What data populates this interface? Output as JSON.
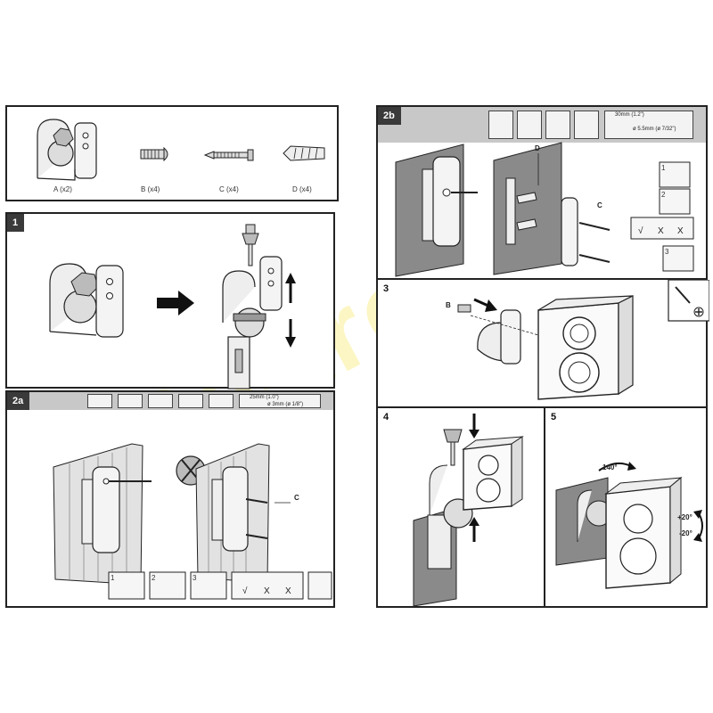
{
  "parts": [
    {
      "label": "A (x2)"
    },
    {
      "label": "B (x4)"
    },
    {
      "label": "C (x4)"
    },
    {
      "label": "D (x4)"
    }
  ],
  "steps": {
    "s1": "1",
    "s2a": "2a",
    "s2b": "2b",
    "s3": "3",
    "s4": "4",
    "s5": "5"
  },
  "callouts": {
    "c_2a": "C",
    "d_2b": "D",
    "c_2b": "C",
    "b_3": "B"
  },
  "substeps": {
    "one": "1",
    "two": "2",
    "three": "3",
    "three_2b": "3"
  },
  "marks": {
    "check": "√",
    "cross": "X"
  },
  "measurements": {
    "depth_2a": "25mm (1.0\")",
    "drill_2a": "ø 3mm (ø 1/8\")",
    "depth_2b": "30mm (1.2\")",
    "drill_2b": "ø 5.5mm (ø 7/32\")"
  },
  "angles": {
    "swivel": "140°",
    "tilt_up": "+20°",
    "tilt_down": "-20°"
  },
  "watermark": "Be-tronic",
  "colors": {
    "border": "#222222",
    "header": "#c8c8c8",
    "wall": "#8a8a8a",
    "panel_board": "#e2e2e2",
    "watermark": "#f5e65a"
  }
}
